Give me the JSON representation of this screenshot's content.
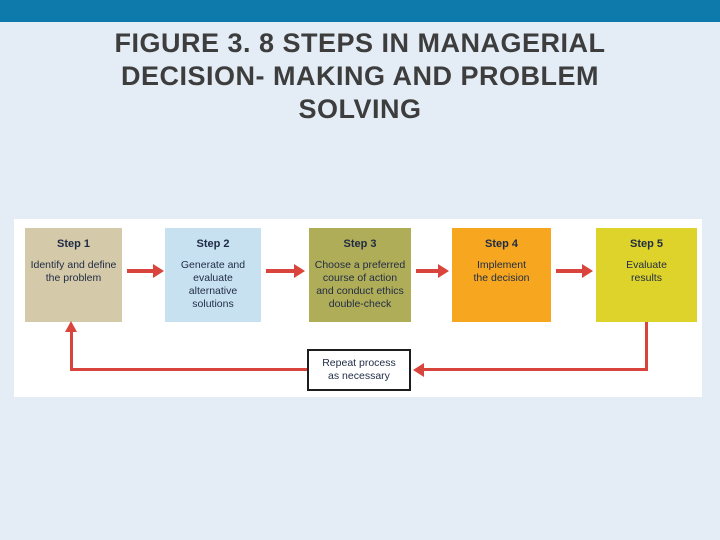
{
  "slide": {
    "title": "FIGURE 3. 8 STEPS IN MANAGERIAL\nDECISION- MAKING AND PROBLEM\nSOLVING"
  },
  "diagram": {
    "steps": [
      {
        "label": "Step 1",
        "text": "Identify and define\nthe problem",
        "color": "#d4c9a8"
      },
      {
        "label": "Step 2",
        "text": "Generate and\nevaluate\nalternative\nsolutions",
        "color": "#c8e1f0"
      },
      {
        "label": "Step 3",
        "text": "Choose a preferred\ncourse of action\nand conduct ethics\ndouble-check",
        "color": "#b0ad58"
      },
      {
        "label": "Step 4",
        "text": "Implement\nthe decision",
        "color": "#f6a71f"
      },
      {
        "label": "Step 5",
        "text": "Evaluate\nresults",
        "color": "#ded32a"
      }
    ],
    "feedback": {
      "text": "Repeat process\nas necessary"
    },
    "arrow_color": "#d9453c"
  },
  "colors": {
    "top_bar": "#0d7aab",
    "background": "#e4edf6",
    "panel": "#ffffff",
    "title_text": "#3d3d3d",
    "box_text": "#1f2b45"
  }
}
